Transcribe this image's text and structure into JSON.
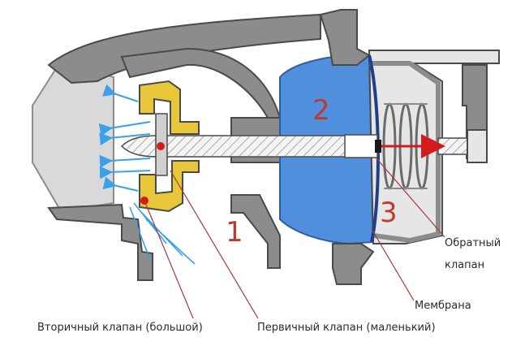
{
  "chamber_numbers": {
    "one": "1",
    "two": "2",
    "three": "3"
  },
  "labels": {
    "secondary_valve": "Вторичный клапан (большой)",
    "primary_valve": "Первичный клапан (маленький)",
    "check_valve_line1": "Обратный",
    "check_valve_line2": "клапан",
    "membrane": "Мембрана"
  },
  "colors": {
    "body_gray": "#8c8c8c",
    "outline": "#4a4a4a",
    "chamber_blue": "#4f8fdc",
    "valve_yellow": "#e8c63a",
    "number_red": "#c0392b",
    "arrow_red": "#d41b1b",
    "flow_blue": "#3aa0e8",
    "leader_red": "#a33b3b"
  }
}
